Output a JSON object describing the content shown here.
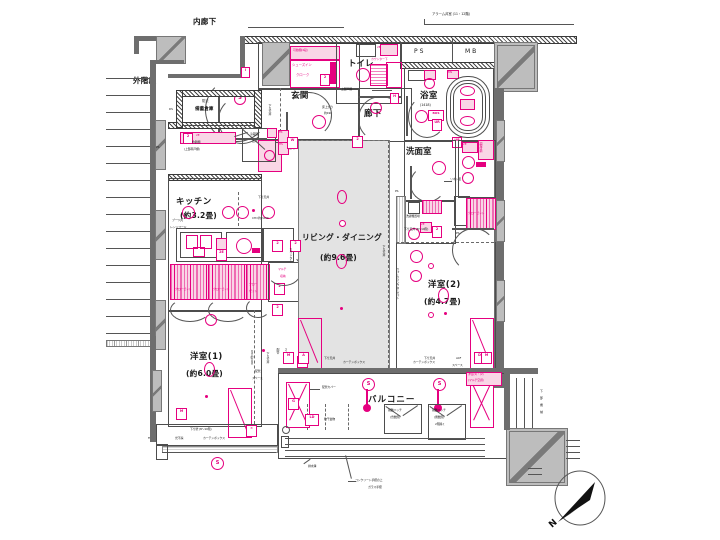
{
  "plan": {
    "title_outer_corridor": "内廊下",
    "outer_stairs": "外階段",
    "alarm_valve_room": "アラーム弁室 (11・12階)",
    "shafts": {
      "ps": "PS",
      "mb": "MB",
      "ds": "DS",
      "ps2": "PS",
      "ps3": "PS",
      "ps4": "PS",
      "ps5": "PS"
    }
  },
  "rooms": [
    {
      "name": "玄関",
      "area": ""
    },
    {
      "name": "トイレ",
      "area": ""
    },
    {
      "name": "廊下",
      "area": ""
    },
    {
      "name": "浴室",
      "area": "(1418)"
    },
    {
      "name": "洗面室",
      "area": ""
    },
    {
      "name": "キッチン",
      "area": "(約3.2畳)"
    },
    {
      "name": "リビング・ダイニング",
      "area": "(約9.6畳)"
    },
    {
      "name": "洋室(2)",
      "area": "(約4.7畳)"
    },
    {
      "name": "洋室(1)",
      "area": "(約6.0畳)"
    },
    {
      "name": "バルコニー",
      "area": ""
    },
    {
      "name": "防災備蓄倉庫",
      "area": ""
    }
  ],
  "labels": {
    "shoes_in_closet": "シューズイン\nクローク",
    "shoes_in_closet_l1": "シューズイン",
    "shoes_in_closet_l2": "クローク",
    "movable_shelf": "可動棚(4段)",
    "counter_top": "カウンター下",
    "upper_door_shelf": "上部戸棚",
    "entry_step": "床上がり\n約190",
    "entry_step_l1": "床上がり",
    "entry_step_l2": "約190",
    "counter_under": "カウンター",
    "counter_under2": "(下部下足入)",
    "lower_ceiling": "下り天井",
    "ceiling_height": "CH=約2,030",
    "range_hood": "ブーツ丸\nレンジフード",
    "range_hood_l1": "ブーツ丸",
    "range_hood_l2": "レンジフード",
    "food_shelf": "食器棚",
    "food_shelf_sub": "(上部吊戸棚)",
    "fridge_space": "冷蔵庫\n置場",
    "fridge_l1": "冷蔵庫",
    "fridge_l2": "置場",
    "closet": "クローゼット",
    "closet_s1": "クロー",
    "closet_s2": "ゼット",
    "multi_storage": "マルチ\n収納",
    "multi_l1": "マルチ",
    "multi_l2": "収納",
    "linen": "リネン庫",
    "washer_space": "洗濯機置場",
    "vent_storage": "調理収納",
    "lower_ceiling_floors": "下り天井 (8〜10階)",
    "walk_in_closet": "ウォークインクローゼット",
    "curtain_box": "カーテンボックス",
    "piping_space": "配管\nスペース",
    "piping_l1": "配管",
    "piping_l2": "スペース",
    "piping_cover": "配管カバー",
    "lower_wall": "下り壁 (8〜10階)",
    "fix_window": "光不採",
    "fix": "FIX",
    "laundry_pole": "物干金物",
    "drain": "排水溝",
    "hatch_odd": "避難ハッチ\n(奇数階)",
    "hatch_odd_l1": "避難ハッチ",
    "hatch_odd_l2": "(奇数階)",
    "hatch_even_l1": "避難ハッチ",
    "hatch_even_l2": "(偶数階)",
    "hatch_even_l3": "2階除く",
    "glass_rail_l1": "コンクリート手摺の上",
    "glass_rail_l2": "ガラス手摺",
    "multi_ac_l1": "洋室(1)・(2)",
    "multi_ac_l2": "(マルチ空調)",
    "lower_storage_l1": "下",
    "lower_storage_l2": "部",
    "lower_storage_l3": "機",
    "lower_storage_l4": "械",
    "ac_space_l1": "ACF",
    "ac_space_l2": "スペース"
  },
  "badges": {
    "s": "S",
    "m": "M",
    "w": "W",
    "a": "A",
    "i": "I",
    "h": "H",
    "c": "C",
    "d": "D",
    "g": "G",
    "ld": "LD",
    "ms": "MS",
    "bos": "BOS",
    "ur": "UR",
    "fr": "FR",
    "hs": "HS",
    "two": "2",
    "two_e": "2E"
  },
  "compass": {
    "north_letter": "N"
  },
  "colors": {
    "accent_pink": "#e5007f",
    "pink_fill": "#f9d6e6",
    "wall_gray": "#6e6e6e",
    "shaft_gray": "#bdbdbd",
    "ld_fill": "#e3e3e3",
    "text": "#1a1a1a"
  }
}
